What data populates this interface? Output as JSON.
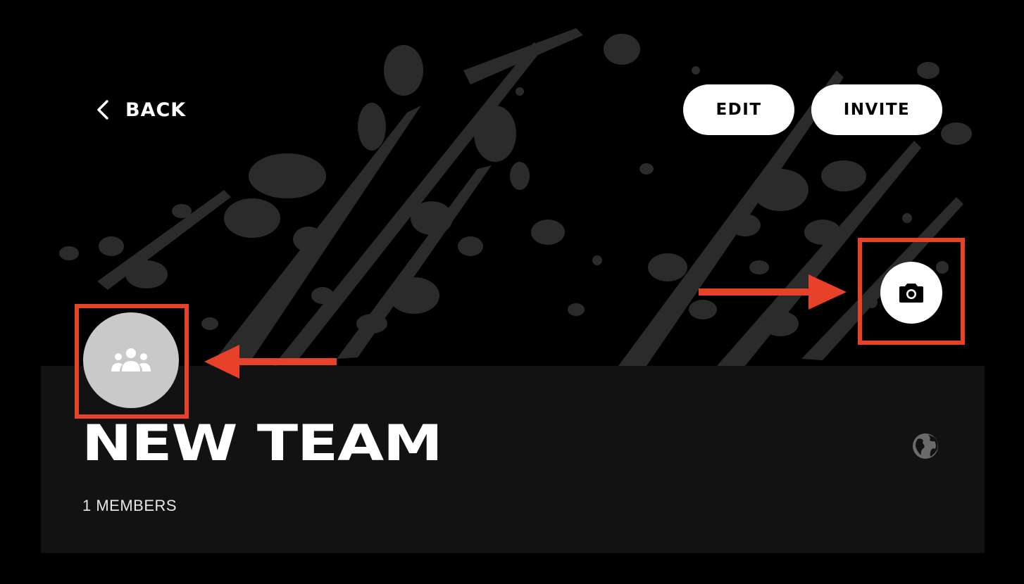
{
  "header": {
    "back_label": "BACK",
    "edit_label": "EDIT",
    "invite_label": "INVITE"
  },
  "team": {
    "name": "NEW TEAM",
    "members_text": "1 MEMBERS"
  },
  "icons": {
    "back": "chevron-left-icon",
    "camera": "camera-icon",
    "avatar": "group-icon",
    "visibility": "globe-icon"
  },
  "colors": {
    "background": "#000000",
    "panel": "#121212",
    "splatter": "#2b2b2b",
    "highlight": "#e8412a",
    "avatar_fill": "#c9c9c9",
    "button_fill": "#ffffff"
  }
}
